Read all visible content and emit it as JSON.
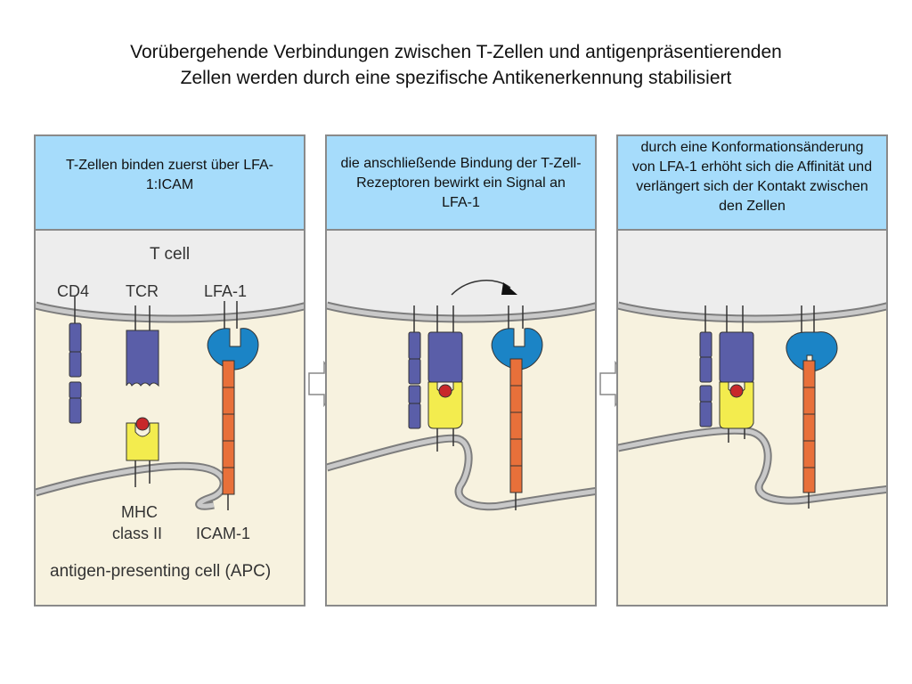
{
  "title": {
    "line1": "Vorübergehende Verbindungen zwischen T-Zellen und antigenpräsentierenden",
    "line2": "Zellen werden durch eine spezifische Antikenerkennung stabilisiert"
  },
  "panels": [
    {
      "caption": "T-Zellen binden zuerst über LFA-1:ICAM",
      "labels": {
        "t_cell": "T cell",
        "cd4": "CD4",
        "tcr": "TCR",
        "lfa1": "LFA-1",
        "mhc": "MHC",
        "class_ii": "class II",
        "icam1": "ICAM-1",
        "apc": "antigen-presenting cell (APC)"
      }
    },
    {
      "caption": "die anschließende Bindung der T-Zell-Rezeptoren bewirkt ein Signal an LFA-1"
    },
    {
      "caption": "durch eine Konformationsänderung von LFA-1 erhöht sich die Affinität und verlängert sich der Kontakt zwischen den Zellen"
    }
  ],
  "colors": {
    "caption_bg": "#a6dcfb",
    "t_cell": "#ededed",
    "apc": "#f7f2df",
    "cd4_tcr": "#5a5ea8",
    "lfa1": "#1b84c6",
    "icam1": "#e8703a",
    "mhc": "#f3ec4e",
    "peptide": "#c8282a"
  }
}
